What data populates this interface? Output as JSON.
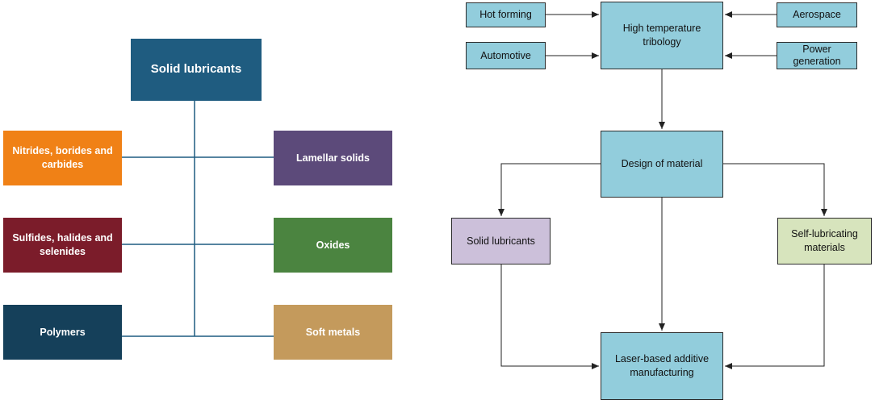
{
  "left_diagram": {
    "root": {
      "label": "Solid lubricants",
      "color": "#1f5c80"
    },
    "left_items": [
      {
        "label": "Nitrides, borides and carbides",
        "color": "#f08116"
      },
      {
        "label": "Sulfides, halides and selenides",
        "color": "#7b1c2a"
      },
      {
        "label": "Polymers",
        "color": "#15405a"
      }
    ],
    "right_items": [
      {
        "label": "Lamellar solids",
        "color": "#5c4a7a"
      },
      {
        "label": "Oxides",
        "color": "#4b8440"
      },
      {
        "label": "Soft metals",
        "color": "#c49a5c"
      }
    ],
    "connector_color": "#1f5c80"
  },
  "right_diagram": {
    "applications": {
      "hot_forming": "Hot forming",
      "automotive": "Automotive",
      "aerospace": "Aerospace",
      "power_generation": "Power generation"
    },
    "nodes": {
      "high_temp": "High temperature tribology",
      "design": "Design of material",
      "solid_lubricants": "Solid lubricants",
      "self_lubricating": "Self-lubricating materials",
      "laser": "Laser-based additive manufacturing"
    },
    "colors": {
      "blue": "#92cddc",
      "lavender": "#ccc0da",
      "green": "#d7e4bd",
      "arrow": "#222222"
    }
  }
}
